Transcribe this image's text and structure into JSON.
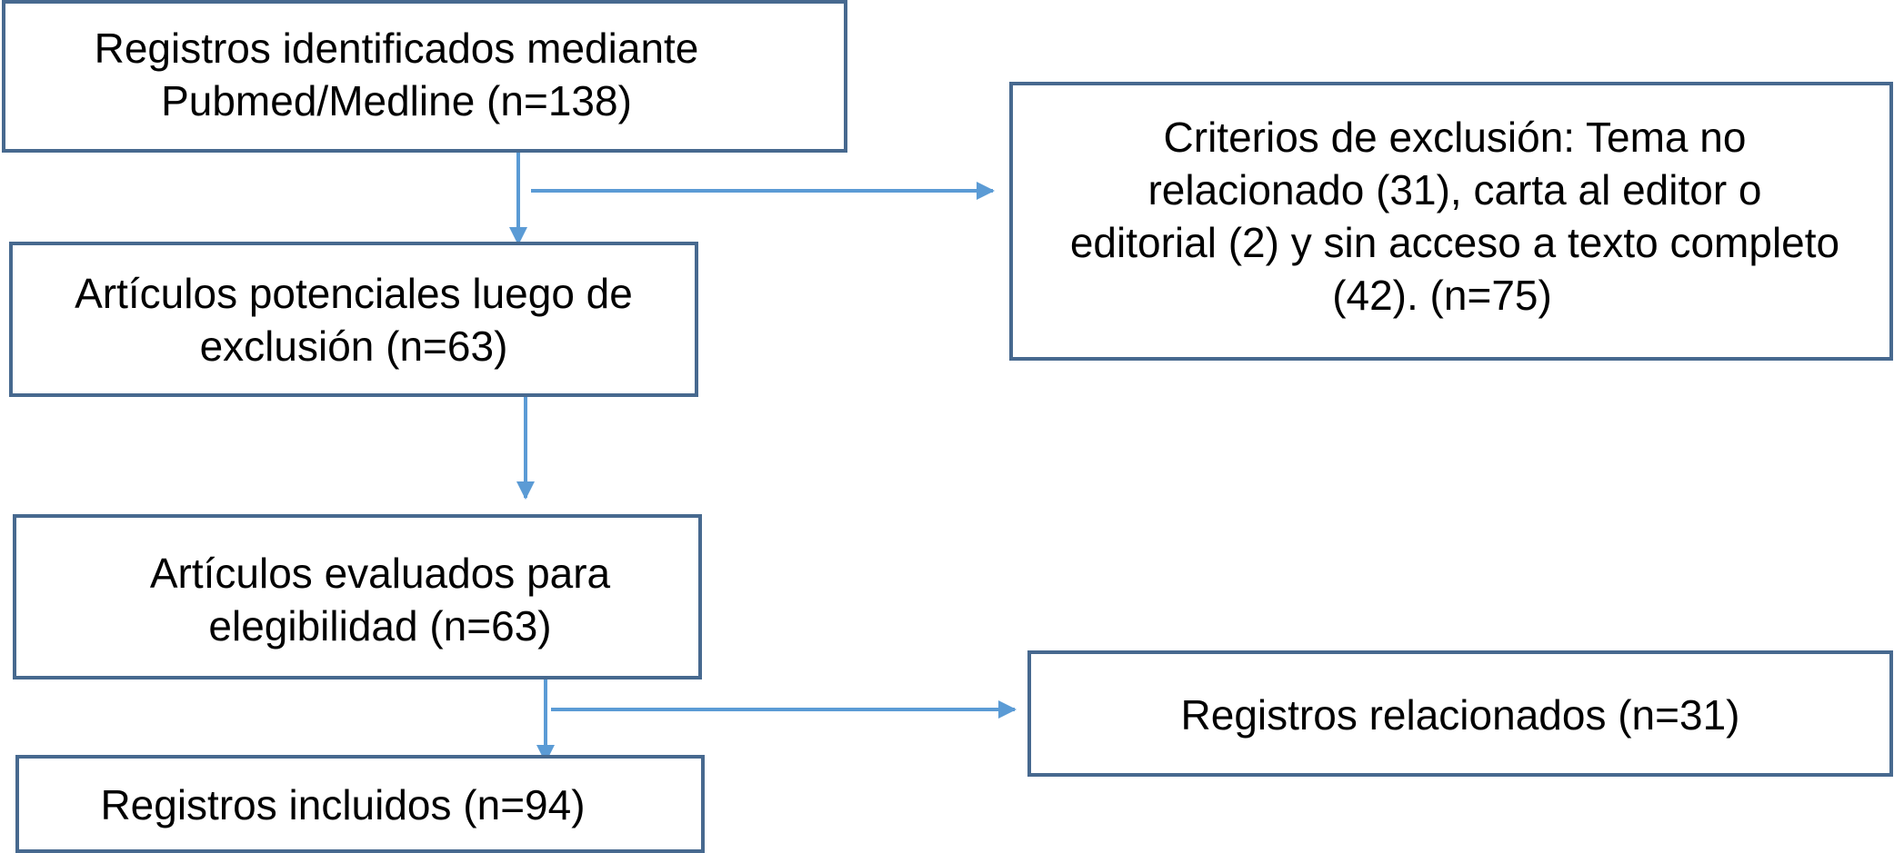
{
  "flowchart": {
    "boxes": {
      "identified": {
        "lines": [
          "Registros identificados mediante",
          "Pubmed/Medline (n=138)"
        ]
      },
      "potential": {
        "lines": [
          "Artículos potenciales luego de",
          "exclusión (n=63)"
        ]
      },
      "evaluated": {
        "lines": [
          "Artículos evaluados para",
          "elegibilidad (n=63)"
        ]
      },
      "included": {
        "lines": [
          "Registros incluidos (n=94)"
        ]
      },
      "exclusion": {
        "lines": [
          "Criterios de exclusión: Tema no",
          "relacionado (31), carta al editor o",
          "editorial (2) y sin acceso a texto completo",
          "(42).  (n=75)"
        ]
      },
      "related": {
        "lines": [
          "Registros relacionados (n=31)"
        ]
      }
    },
    "colors": {
      "box_border": "#47698f",
      "arrow": "#5b9bd5"
    }
  }
}
